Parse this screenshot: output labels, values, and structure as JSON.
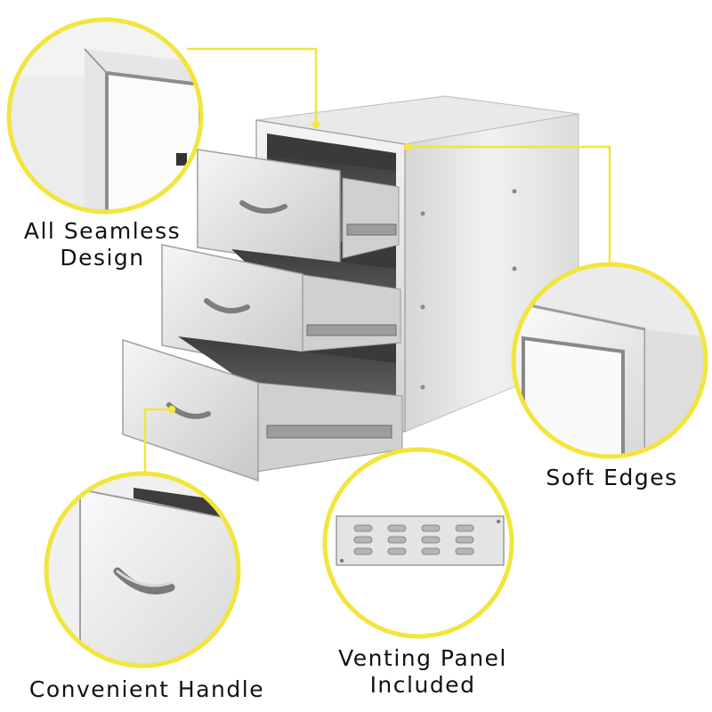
{
  "callouts": {
    "seamless": {
      "line1": "All Seamless",
      "line2": "Design"
    },
    "soft_edges": {
      "line1": "Soft Edges"
    },
    "venting": {
      "line1": "Venting Panel",
      "line2": "Included"
    },
    "handle": {
      "line1": "Convenient Handle"
    }
  },
  "colors": {
    "accent": "#f2e53c",
    "steel_light": "#ececec",
    "steel_mid": "#c9c9c9",
    "steel_dark": "#8f8f8f",
    "drawer_inner": "#4a4a4a",
    "text": "#111111"
  }
}
